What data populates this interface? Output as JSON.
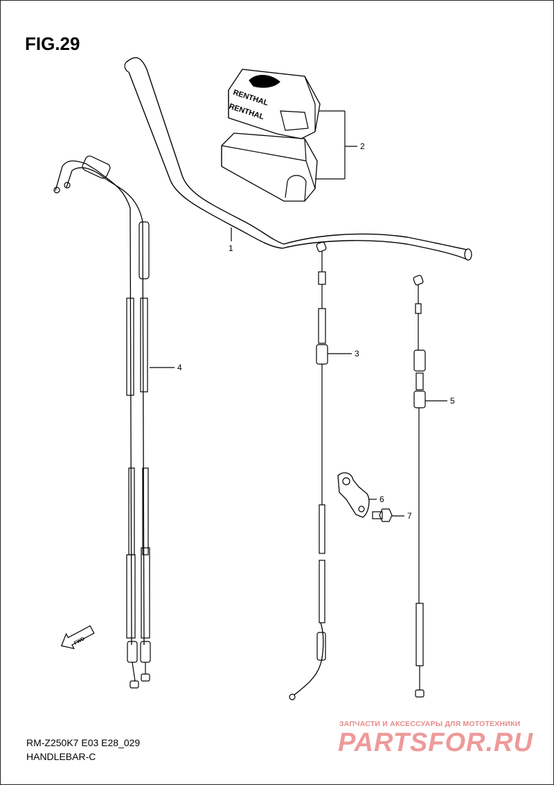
{
  "header": {
    "figure": "FIG.29"
  },
  "footer": {
    "model_code": "RM-Z250K7 E03 E28_029",
    "section": "HANDLEBAR-C"
  },
  "watermark": {
    "tagline": "ЗАПЧАСТИ И АКСЕССУАРЫ ДЛЯ МОТОТЕХНИКИ",
    "brand": "PARTSFOR.RU",
    "color": "#ee9a9a"
  },
  "diagram": {
    "pad_brand_top": "RENTHAL",
    "pad_brand_bottom": "RENTHAL",
    "direction_label": "FWD",
    "callouts": [
      {
        "id": "1",
        "part": "handlebar"
      },
      {
        "id": "2",
        "part": "handlebar-pad"
      },
      {
        "id": "3",
        "part": "clutch-cable"
      },
      {
        "id": "4",
        "part": "throttle-cable"
      },
      {
        "id": "5",
        "part": "hot-start-cable"
      },
      {
        "id": "6",
        "part": "cable-holder"
      },
      {
        "id": "7",
        "part": "bolt"
      }
    ]
  }
}
